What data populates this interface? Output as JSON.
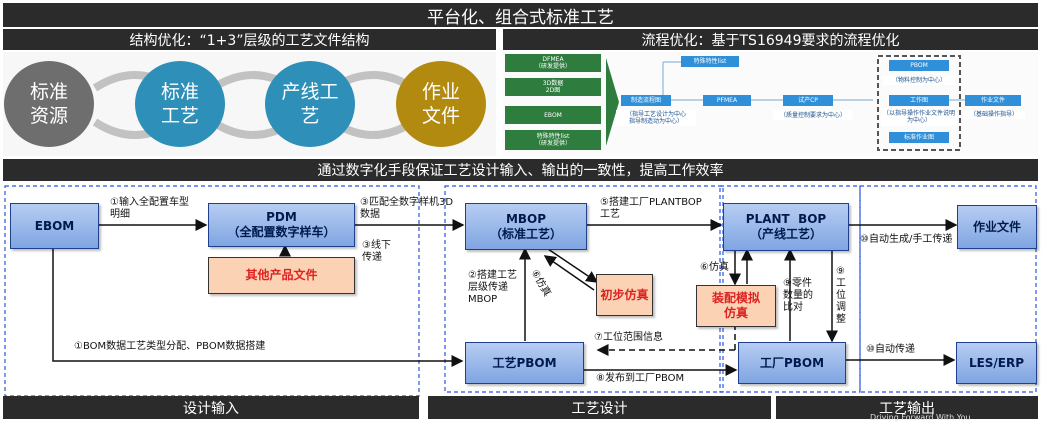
{
  "header": {
    "title": "平台化、组合式标准工艺"
  },
  "left_panel": {
    "title": "结构优化：“1+3”层级的工艺文件结构"
  },
  "right_panel": {
    "title": "流程优化：基于TS16949要求的流程优化"
  },
  "circles": [
    {
      "label": "标准\n资源",
      "color": "#6e6e6e"
    },
    {
      "label": "标准\n工艺",
      "color": "#2e8fb8"
    },
    {
      "label": "产线工\n艺",
      "color": "#2e8fb8"
    },
    {
      "label": "作业\n文件",
      "color": "#b38a10"
    }
  ],
  "mini_flow": {
    "green_items": [
      "DFMEA\n（研发提供）",
      "3D数据\n2D图",
      "EBOM",
      "特殊特性list\n（研发提供）"
    ],
    "top_box": "特殊特性list",
    "flow_boxes": [
      "制造流程图",
      "PFMEA",
      "试产CP"
    ],
    "flow_notes": [
      "（指导工艺设计为中心\n指导制造动为中心）",
      "（质量控制要求为中心）",
      "（以指导操作作业文件说明为中心）"
    ],
    "pbom_column": [
      "PBOM",
      "（物料控制为中心）",
      "工作图",
      "标准作业图"
    ],
    "doc_box": "作业文件",
    "doc_note": "（基础操作指导）"
  },
  "middle_bar": {
    "title": "通过数字化手段保证工艺设计输入、输出的一致性，提高工作效率"
  },
  "nodes": {
    "ebom": "EBOM",
    "pdm": "PDM\n（全配置数字样车）",
    "other_files": "其他产品文件",
    "mbop": "MBOP\n（标准工艺）",
    "initial_sim": "初步仿真",
    "plant_bop": "PLANT  BOP\n（产线工艺）",
    "assembly_sim": "装配模拟\n仿真",
    "work_docs": "作业文件",
    "process_pbom": "工艺PBOM",
    "plant_pbom": "工厂PBOM",
    "les_erp": "LES/ERP"
  },
  "edge_labels": {
    "l1": "①输入全配置车型\n明细",
    "l3": "③匹配全数字样机3D\n数据",
    "l3b": "③线下\n传递",
    "l5": "⑤搭建工厂PLANTBOP\n工艺",
    "l2": "②搭建工艺\n层级传递\nMBOP",
    "l6a": "⑥仿真",
    "l6b": "⑥仿真",
    "l9": "⑨零件\n数量的\n比对",
    "l9b": "⑨\n工\n位\n调\n整",
    "l10": "⑩自动生成/手工传递",
    "l1b": "①BOM数据工艺类型分配、PBOM数据搭建",
    "l7": "⑦工位范围信息",
    "l8": "⑧发布到工厂PBOM",
    "l10b": "⑩自动传递"
  },
  "footer": {
    "design_input": "设计输入",
    "process_design": "工艺设计",
    "process_output": "工艺输出",
    "slogan": "Driving Forward With You"
  }
}
